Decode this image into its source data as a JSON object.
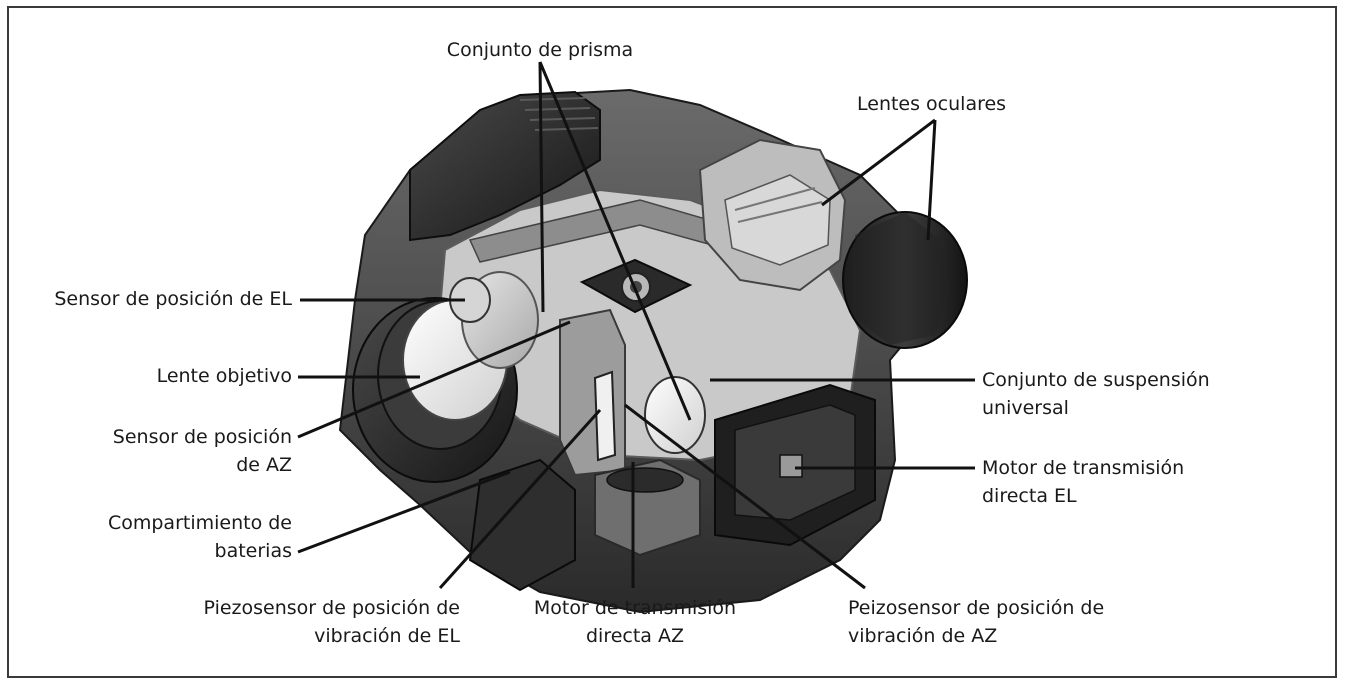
{
  "labels": {
    "prism_assembly": "Conjunto de prisma",
    "eyepiece_lenses": "Lentes oculares",
    "el_position_sensor": "Sensor de posición de EL",
    "objective_lens": "Lente objetivo",
    "az_position_sensor_line1": "Sensor de posición",
    "az_position_sensor_line2": "de AZ",
    "battery_compartment_line1": "Compartimiento de",
    "battery_compartment_line2": "baterias",
    "el_vibration_piezo_line1": "Piezosensor de posición de",
    "el_vibration_piezo_line2": "vibración de EL",
    "az_direct_drive_line1": "Motor de transmisión",
    "az_direct_drive_line2": "directa AZ",
    "az_vibration_piezo_line1": "Peizosensor de posición de",
    "az_vibration_piezo_line2": "vibración de AZ",
    "gimbal_assembly_line1": "Conjunto de suspensión",
    "gimbal_assembly_line2": "universal",
    "el_direct_drive_line1": "Motor de transmisión",
    "el_direct_drive_line2": "directa EL"
  }
}
